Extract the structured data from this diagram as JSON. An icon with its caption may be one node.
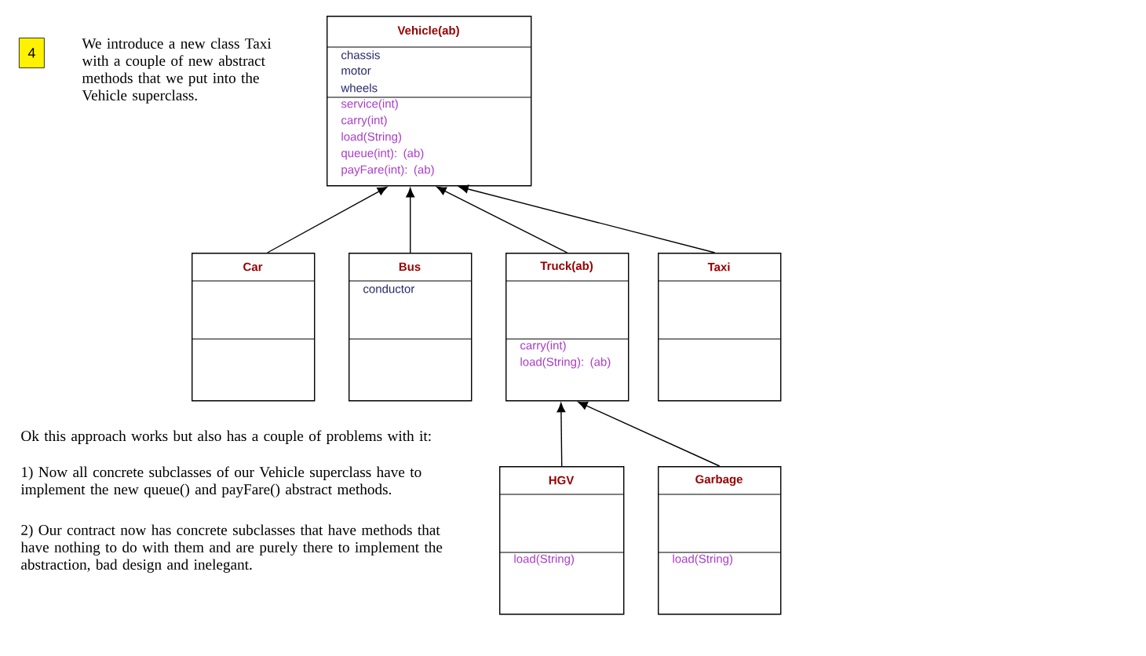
{
  "diagram": {
    "nodes": [
      {
        "text": [
          "Vehicle(ab)",
          "chassis",
          "motor",
          "wheels",
          "service(int)",
          "carry(int)",
          "load(String)",
          "queue(int): (ab)",
          "payFare(int): (ab)"
        ]
      },
      {
        "text": [
          "Car"
        ]
      },
      {
        "text": [
          "Bus",
          "conductor"
        ]
      },
      {
        "text": [
          "Truck(ab)",
          "carry(int)",
          "load(String): (ab)"
        ]
      },
      {
        "text": [
          "Taxi"
        ]
      },
      {
        "text": [
          "HGV",
          "load(String)"
        ]
      },
      {
        "text": [
          "Garbage",
          "load(String)"
        ]
      },
      {
        "text": [
          "4"
        ]
      }
    ],
    "edges": [
      {
        "from": 1,
        "to": 0,
        "arrow": "to"
      },
      {
        "from": 2,
        "to": 0,
        "arrow": "to"
      },
      {
        "from": 3,
        "to": 0,
        "arrow": "to"
      },
      {
        "from": 4,
        "to": 0,
        "arrow": "to"
      },
      {
        "from": 5,
        "to": 3,
        "arrow": "to"
      },
      {
        "from": 6,
        "to": 3,
        "arrow": "to"
      }
    ],
    "labels": [
      "We introduce a new class Taxi with a couple of new abstract methods that we put into the Vehicle superclass.",
      "Ok this approach works but also has a couple of problems with it:",
      "1) Now all concrete subclasses of our Vehicle superclass have to implement the new queue() and payFare() abstract methods.",
      "2) Our contract now has concrete subclasses that have methods that have nothing to do with them and are purely there to implement the abstraction, bad design and inelegant."
    ]
  }
}
